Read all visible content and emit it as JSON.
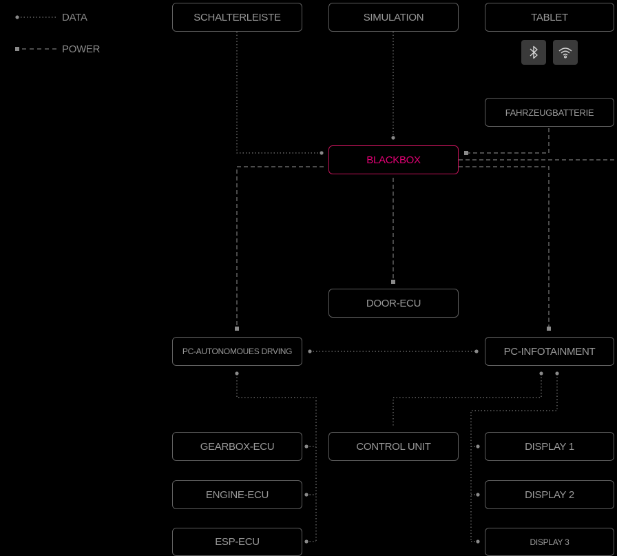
{
  "legend": {
    "data_label": "DATA",
    "power_label": "POWER"
  },
  "nodes": {
    "schalterleiste": "SCHALTERLEISTE",
    "simulation": "SIMULATION",
    "tablet": "TABLET",
    "fahrzeugbatterie": "FAHRZEUGBATTERIE",
    "blackbox": "BLACKBOX",
    "door_ecu": "DOOR-ECU",
    "pc_autonomous": "PC-AUTONOMOUES DRVING",
    "pc_infotainment": "PC-INFOTAINMENT",
    "gearbox_ecu": "GEARBOX-ECU",
    "engine_ecu": "ENGINE-ECU",
    "esp_ecu": "ESP-ECU",
    "control_unit": "CONTROL UNIT",
    "display1": "DISPLAY 1",
    "display2": "DISPLAY 2",
    "display3": "DISPLAY 3"
  },
  "tablet_icons": [
    "bluetooth-icon",
    "wifi-icon"
  ],
  "colors": {
    "background": "#000000",
    "line": "#7a7a7a",
    "box_border": "#5f5f5f",
    "text": "#9a9a9a",
    "accent": "#e20074",
    "icon_bg": "#3a3a3a"
  }
}
